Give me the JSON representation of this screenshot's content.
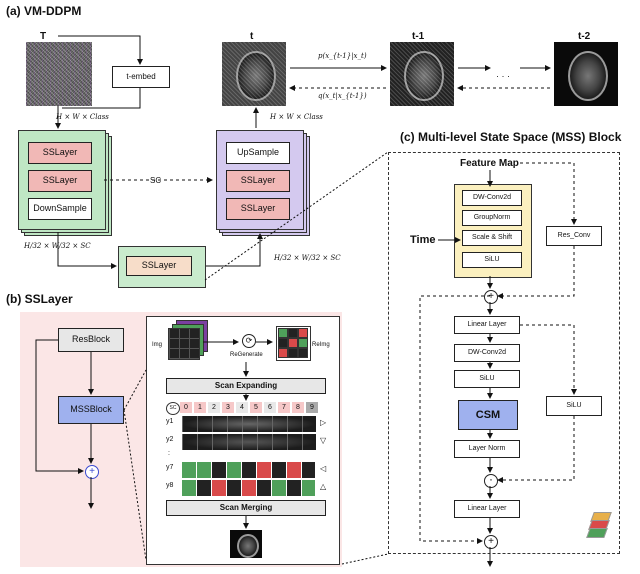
{
  "titles": {
    "a": "(a) VM-DDPM",
    "b": "(b) SSLayer",
    "c": "(c) Multi-level State Space (MSS) Block"
  },
  "a": {
    "T_label": "T",
    "t_label": "t",
    "t1_label": "t-1",
    "t2_label": "t-2",
    "t_embed": "t-embed",
    "dim_top": "H × W × Class",
    "dim_left": "H/32 × W/32 × SC",
    "dim_right": "H/32 × W/32 × SC",
    "dim_right_top": "H × W × Class",
    "sc": "SC",
    "enc_layers": [
      "SSLayer",
      "SSLayer",
      "DownSample"
    ],
    "dec_layers": [
      "UpSample",
      "SSLayer",
      "SSLayer"
    ],
    "bottleneck": "SSLayer",
    "p_label": "p(x_{t-1}|x_t)",
    "q_label": "q(x_t|x_{t-1})",
    "dots": "· · ·"
  },
  "b": {
    "resblock": "ResBlock",
    "mssblock": "MSSBlock",
    "plus": "+",
    "img": "Img",
    "reimg": "ReImg",
    "regenerate": "ReGenerate",
    "scan_expanding": "Scan Expanding",
    "scan_merging": "Scan Merging",
    "numbers": [
      "SC",
      "0",
      "1",
      "2",
      "3",
      "4",
      "5",
      "6",
      "7",
      "8",
      "9"
    ],
    "rows": [
      "y1",
      "y2",
      ":",
      "y7",
      "y8"
    ]
  },
  "c": {
    "feature_map": "Feature Map",
    "time": "Time",
    "yellow_stack": [
      "DW-Conv2d",
      "GroupNorm",
      "Scale & Shift",
      "SiLU"
    ],
    "res_conv": "Res_Conv",
    "main_stack": [
      "Linear Layer",
      "DW-Conv2d",
      "SiLU"
    ],
    "csm": "CSM",
    "layer_norm": "Layer Norm",
    "side_silu": "SiLU",
    "linear_out": "Linear Layer",
    "plus": "+",
    "mult": "·"
  }
}
